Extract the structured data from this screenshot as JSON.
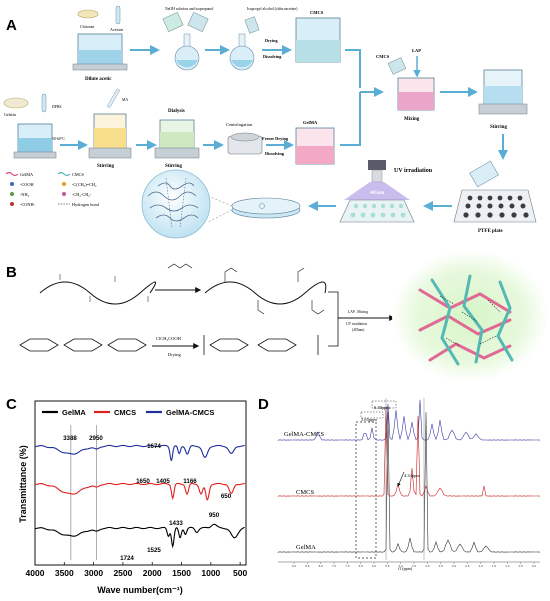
{
  "panel_a": {
    "letter": "A",
    "labels": {
      "chitosan": "Chitosan",
      "acetone": "Acetone",
      "dilute_acetic": "Dilute acetic",
      "naoh": "NaOH solution and isopropanol",
      "isopropyl": "Isopropyl alcohol (chloroacetate)",
      "cmcs_top": "CMCS",
      "drying": "Drying",
      "dissolving": "Dissolving",
      "gelatin": "Gelatin",
      "dpbs": "DPBS",
      "temp": "50-60°C",
      "ma": "MA",
      "stirring1": "Stirring",
      "dialysis": "Dialysis",
      "stirring2": "Stirring",
      "centrifugation": "Centrifugation",
      "freeze_drying": "Freeze Drying",
      "dissolving2": "Dissolving",
      "gelma": "GelMA",
      "cmcs_mix": "CMCS",
      "lap": "LAP",
      "mixing": "Mixing",
      "stirring3": "Stirring",
      "uv": "UV irradiation",
      "nm": "405nm",
      "ptfe": "PTFE plate"
    },
    "legend": [
      {
        "symbol": "wave",
        "color": "#d64a6e",
        "text": "GelMA"
      },
      {
        "symbol": "wave",
        "color": "#4fb3b0",
        "text": "CMCS"
      },
      {
        "symbol": "dot",
        "color": "#3a66c0",
        "text": "-COOH"
      },
      {
        "symbol": "dot",
        "color": "#e0a020",
        "text": "-C(CH₃)=CH₂"
      },
      {
        "symbol": "dot",
        "color": "#5a9a40",
        "text": "-NH₂"
      },
      {
        "symbol": "dot",
        "color": "#c05a9a",
        "text": "-CH₂-CH₂-"
      },
      {
        "symbol": "dot",
        "color": "#c03030",
        "text": "-CONH-"
      },
      {
        "symbol": "dash",
        "color": "#555555",
        "text": "Hydrogen bond"
      }
    ]
  },
  "panel_b": {
    "letter": "B",
    "reagent": "ClCH₂COOH",
    "drying": "Drying",
    "lap_mixing": "LAP , Mixing",
    "uv": "UV irradiation",
    "nm": "(405nm)"
  },
  "panel_c": {
    "letter": "C",
    "chart_data": {
      "type": "line",
      "xlabel": "Wave number(cm⁻¹)",
      "ylabel": "Transmittance (%)",
      "xlim": [
        4000,
        400
      ],
      "x_ticks": [
        "4000",
        "3500",
        "3000",
        "2500",
        "2000",
        "1500",
        "1000",
        "500"
      ],
      "legend_position": "top",
      "series": [
        {
          "name": "GelMA",
          "color": "#000000"
        },
        {
          "name": "CMCS",
          "color": "#e0201c"
        },
        {
          "name": "GelMA-CMCS",
          "color": "#1f2f9e"
        }
      ],
      "reference_lines": [
        3388,
        2950
      ],
      "annotations": [
        "3388",
        "2950",
        "1674",
        "1650",
        "1405",
        "1166",
        "650",
        "1433",
        "950",
        "1724",
        "1525"
      ]
    }
  },
  "panel_d": {
    "letter": "D",
    "series_labels": [
      "GelMA-CMCS",
      "CMCS",
      "GelMA"
    ],
    "peaks": [
      "5.65ppm",
      "6.30ppm",
      "4.34ppm"
    ],
    "axis_label": "f1 (ppm)",
    "ticks": [
      "9.0",
      "8.5",
      "8.0",
      "7.5",
      "7.0",
      "6.5",
      "6.0",
      "5.5",
      "5.0",
      "4.5",
      "4.0",
      "3.5",
      "3.0",
      "2.5",
      "2.0",
      "1.5",
      "1.0",
      "0.5",
      "0.0"
    ],
    "colors": {
      "top": "#3a3fa8",
      "mid": "#c82020",
      "bottom": "#333333"
    }
  }
}
